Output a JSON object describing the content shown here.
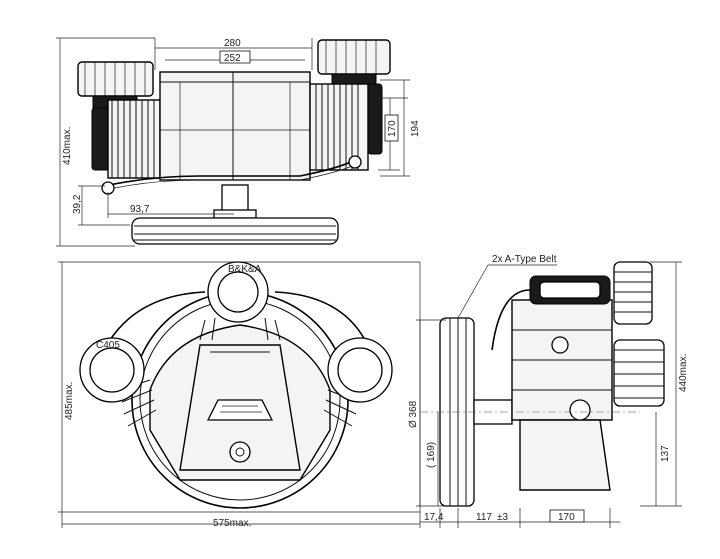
{
  "dimensions": {
    "top_width": "280",
    "top_inner_width": "252",
    "top_max_height": "410max.",
    "head_height": "170",
    "overall_height": "194",
    "shaft_height": "39,2",
    "shaft_offset": "93,7",
    "front_height": "485max.",
    "front_width": "575max.",
    "belt_note": "2x A-Type Belt",
    "pulley_diameter": "Ø 368",
    "pulley_pitch": "( 169)",
    "side_height": "440max.",
    "side_lower": "137",
    "groove_offset": "17,4",
    "center_distance": "117",
    "tolerance": "±3",
    "side_width": "170"
  },
  "labels": {
    "cylinder_text_left": "B&K&A",
    "cylinder_text_right": "C405"
  }
}
